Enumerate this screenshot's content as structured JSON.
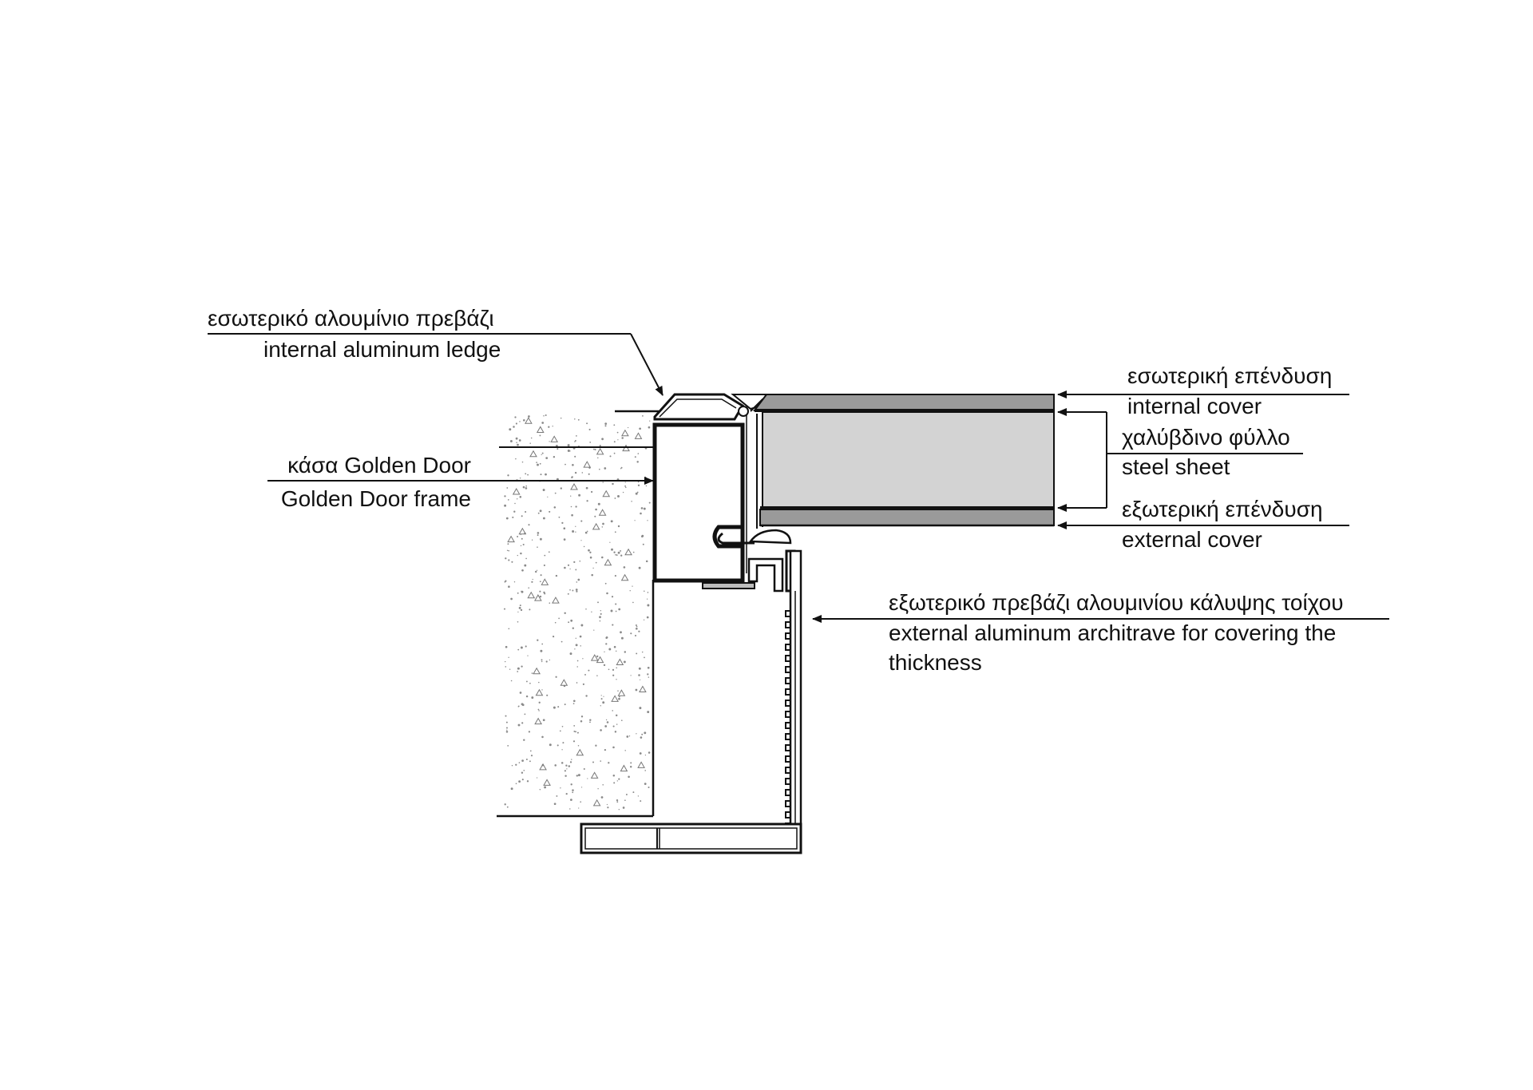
{
  "labels": {
    "internal_ledge": {
      "greek": "εσωτερικό αλουμίνιο πρεβάζι",
      "english": "internal aluminum ledge"
    },
    "frame": {
      "greek": "κάσα Golden Door",
      "english": "Golden Door frame"
    },
    "internal_cover": {
      "greek": "εσωτερική επένδυση",
      "english": "internal cover"
    },
    "steel_sheet": {
      "greek": "χαλύβδινο φύλλο",
      "english": "steel sheet"
    },
    "external_cover": {
      "greek": "εξωτερική επένδυση",
      "english": "external cover"
    },
    "external_architrave": {
      "greek": "εξωτερικό πρεβάζι αλουμινίου κάλυψης τοίχου",
      "english_line1": "external aluminum architrave for covering the",
      "english_line2": "thickness"
    }
  },
  "colors": {
    "line": "#111111",
    "cover_fill": "#9a9a9a",
    "steel_fill": "#d3d3d3",
    "aluminum_fill": "#bdbdbd",
    "wall_speckle": "#8a8a8a"
  }
}
